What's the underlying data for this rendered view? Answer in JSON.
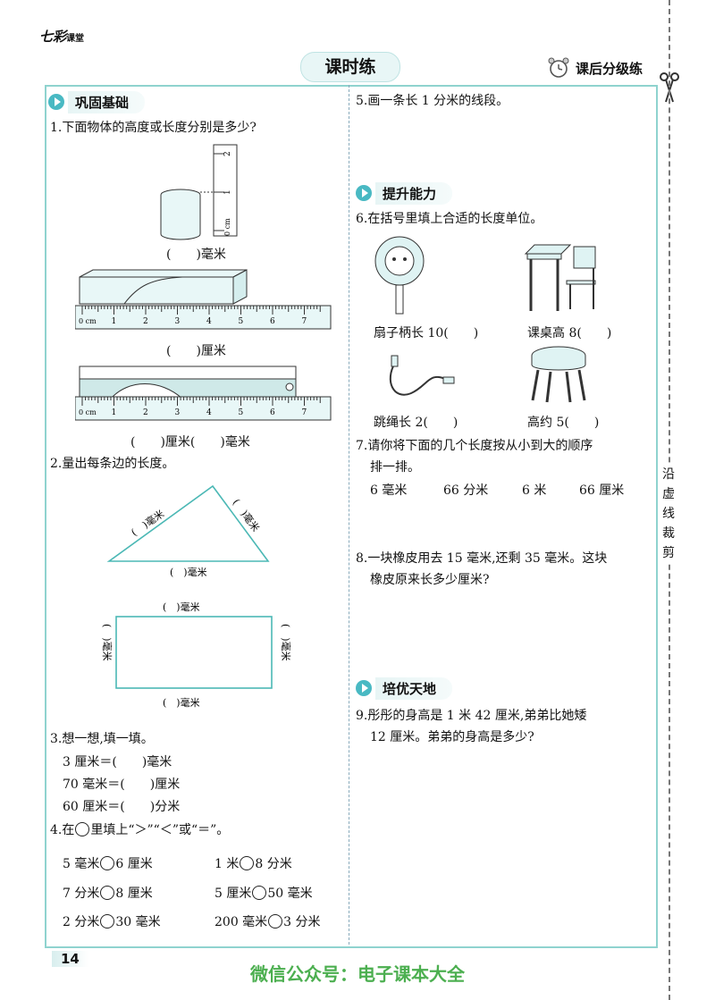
{
  "header": {
    "brand": "七彩",
    "brand_sub": "课堂",
    "lesson_title": "课时练",
    "level_label": "课后分级练"
  },
  "cut_label": [
    "沿",
    "虚",
    "线",
    "裁",
    "剪"
  ],
  "sections": {
    "basic": "巩固基础",
    "improve": "提升能力",
    "advanced": "培优天地"
  },
  "q1": {
    "text": "1.下面物体的高度或长度分别是多少?",
    "ans1": "(　　)毫米",
    "ans2": "(　　)厘米",
    "ans3": "(　　)厘米(　　)毫米",
    "ruler_cm": "0 cm",
    "ruler_ticks": [
      "1",
      "2",
      "3",
      "4",
      "5",
      "6",
      "7"
    ],
    "vruler_ticks": [
      "1",
      "2"
    ]
  },
  "q2": {
    "text": "2.量出每条边的长度。",
    "tri_left": "(　)毫米",
    "tri_right": "(　)毫米",
    "tri_bottom": "(　)毫米",
    "rect_top": "(　)毫米",
    "rect_bottom": "(　)毫米",
    "rect_left": "(　)毫米",
    "rect_right": "(　)毫米"
  },
  "q3": {
    "text": "3.想一想,填一填。",
    "lines": [
      "3 厘米＝(　　)毫米",
      "70 毫米＝(　　)厘米",
      "60 厘米＝(　　)分米"
    ]
  },
  "q4": {
    "text_pre": "4.在",
    "text_post": "里填上“＞”“＜”或“＝”。",
    "items": [
      {
        "a": "5 毫米",
        "b": "6 厘米"
      },
      {
        "a": "1 米",
        "b": "8 分米"
      },
      {
        "a": "7 分米",
        "b": "8 厘米"
      },
      {
        "a": "5 厘米",
        "b": "50 毫米"
      },
      {
        "a": "2 分米",
        "b": "30 毫米"
      },
      {
        "a": "200 毫米",
        "b": "3 分米"
      }
    ]
  },
  "q5": {
    "text": "5.画一条长 1 分米的线段。"
  },
  "q6": {
    "text": "6.在括号里填上合适的长度单位。",
    "labels": [
      "扇子柄长 10(　　)",
      "课桌高 8(　　)",
      "跳绳长 2(　　)",
      "高约 5(　　)"
    ]
  },
  "q7": {
    "text1": "7.请你将下面的几个长度按从小到大的顺序",
    "text2": "排一排。",
    "items": [
      "6 毫米",
      "66 分米",
      "6 米",
      "66 厘米"
    ]
  },
  "q8": {
    "text1": "8.一块橡皮用去 15 毫米,还剩 35 毫米。这块",
    "text2": "橡皮原来长多少厘米?"
  },
  "q9": {
    "text1": "9.彤彤的身高是 1 米 42 厘米,弟弟比她矮",
    "text2": "12 厘米。弟弟的身高是多少?"
  },
  "footer": {
    "page_number": "14",
    "wechat": "微信公众号：电子课本大全"
  }
}
